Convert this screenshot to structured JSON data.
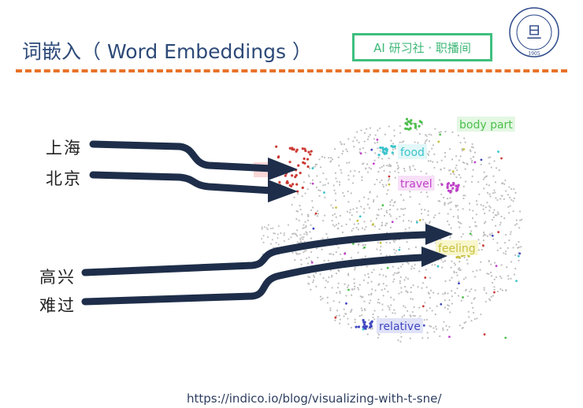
{
  "slide": {
    "title": "词嵌入（ Word Embeddings ）",
    "badge": "AI 研习社 · 职播间",
    "logo_text": "FUDAN UNIVERSITY 1905",
    "divider_color": "#e8722a",
    "accent_color": "#2d4a78"
  },
  "words": [
    "上海",
    "北京",
    "高兴",
    "难过"
  ],
  "clusters": [
    {
      "label": "body part",
      "color": "#4cc04c",
      "bg": "#e3f7e3"
    },
    {
      "label": "food",
      "color": "#3cc4cc",
      "bg": "#e2f7f8"
    },
    {
      "label": "travel",
      "color": "#c040c8",
      "bg": "#f8e0f8"
    },
    {
      "label": "feeling",
      "color": "#c8c040",
      "bg": "#f8f6cc"
    },
    {
      "label": "relative",
      "color": "#4048c0",
      "bg": "#e0e2f8"
    },
    {
      "label": "",
      "color": "#cc3a34",
      "bg": "#f8d6d6"
    }
  ],
  "arrow_color": "#1e2e4a",
  "source_url": "https://indico.io/blog/visualizing-with-t-sne/"
}
